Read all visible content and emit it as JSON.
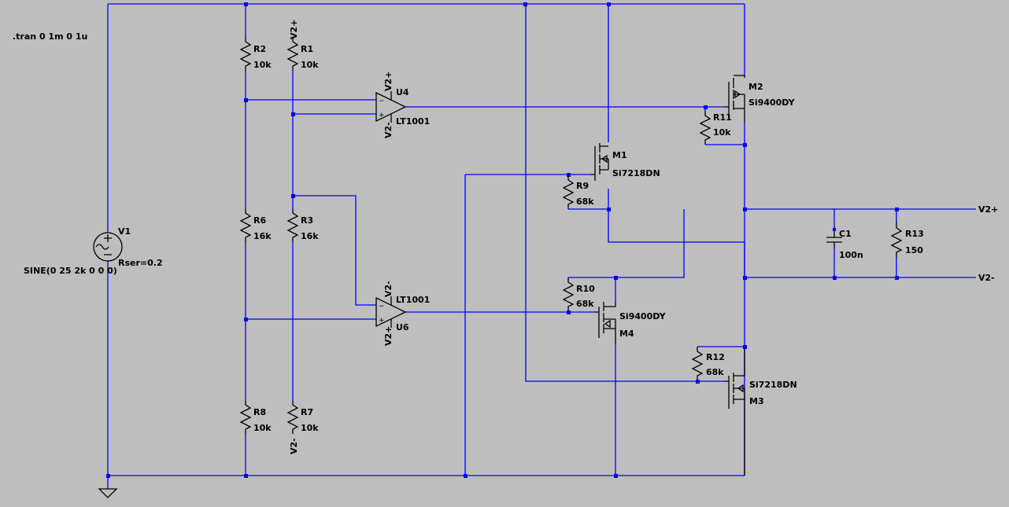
{
  "directive": ".tran 0 1m 0 1u",
  "source": {
    "name": "V1",
    "value": "SINE(0 25 2k 0 0 0)",
    "rser": "Rser=0.2"
  },
  "resistors": [
    {
      "name": "R1",
      "value": "10k"
    },
    {
      "name": "R2",
      "value": "10k"
    },
    {
      "name": "R3",
      "value": "16k"
    },
    {
      "name": "R6",
      "value": "16k"
    },
    {
      "name": "R7",
      "value": "10k"
    },
    {
      "name": "R8",
      "value": "10k"
    },
    {
      "name": "R9",
      "value": "68k"
    },
    {
      "name": "R10",
      "value": "68k"
    },
    {
      "name": "R11",
      "value": "10k"
    },
    {
      "name": "R12",
      "value": "68k"
    },
    {
      "name": "R13",
      "value": "150"
    }
  ],
  "capacitor": {
    "name": "C1",
    "value": "100n"
  },
  "opamps": [
    {
      "name": "U4",
      "model": "LT1001",
      "top_supply": "V2+",
      "bottom_supply": "V2-"
    },
    {
      "name": "U6",
      "model": "LT1001",
      "top_supply": "V2-",
      "bottom_supply": "V2+"
    }
  ],
  "mosfets": [
    {
      "name": "M1",
      "model": "Si7218DN"
    },
    {
      "name": "M2",
      "model": "Si9400DY"
    },
    {
      "name": "M3",
      "model": "Si7218DN"
    },
    {
      "name": "M4",
      "model": "Si9400DY"
    }
  ],
  "net_labels": {
    "r1_top": "V2+",
    "r7_bottom": "V2-",
    "out_pos": "V2+",
    "out_neg": "V2-"
  }
}
